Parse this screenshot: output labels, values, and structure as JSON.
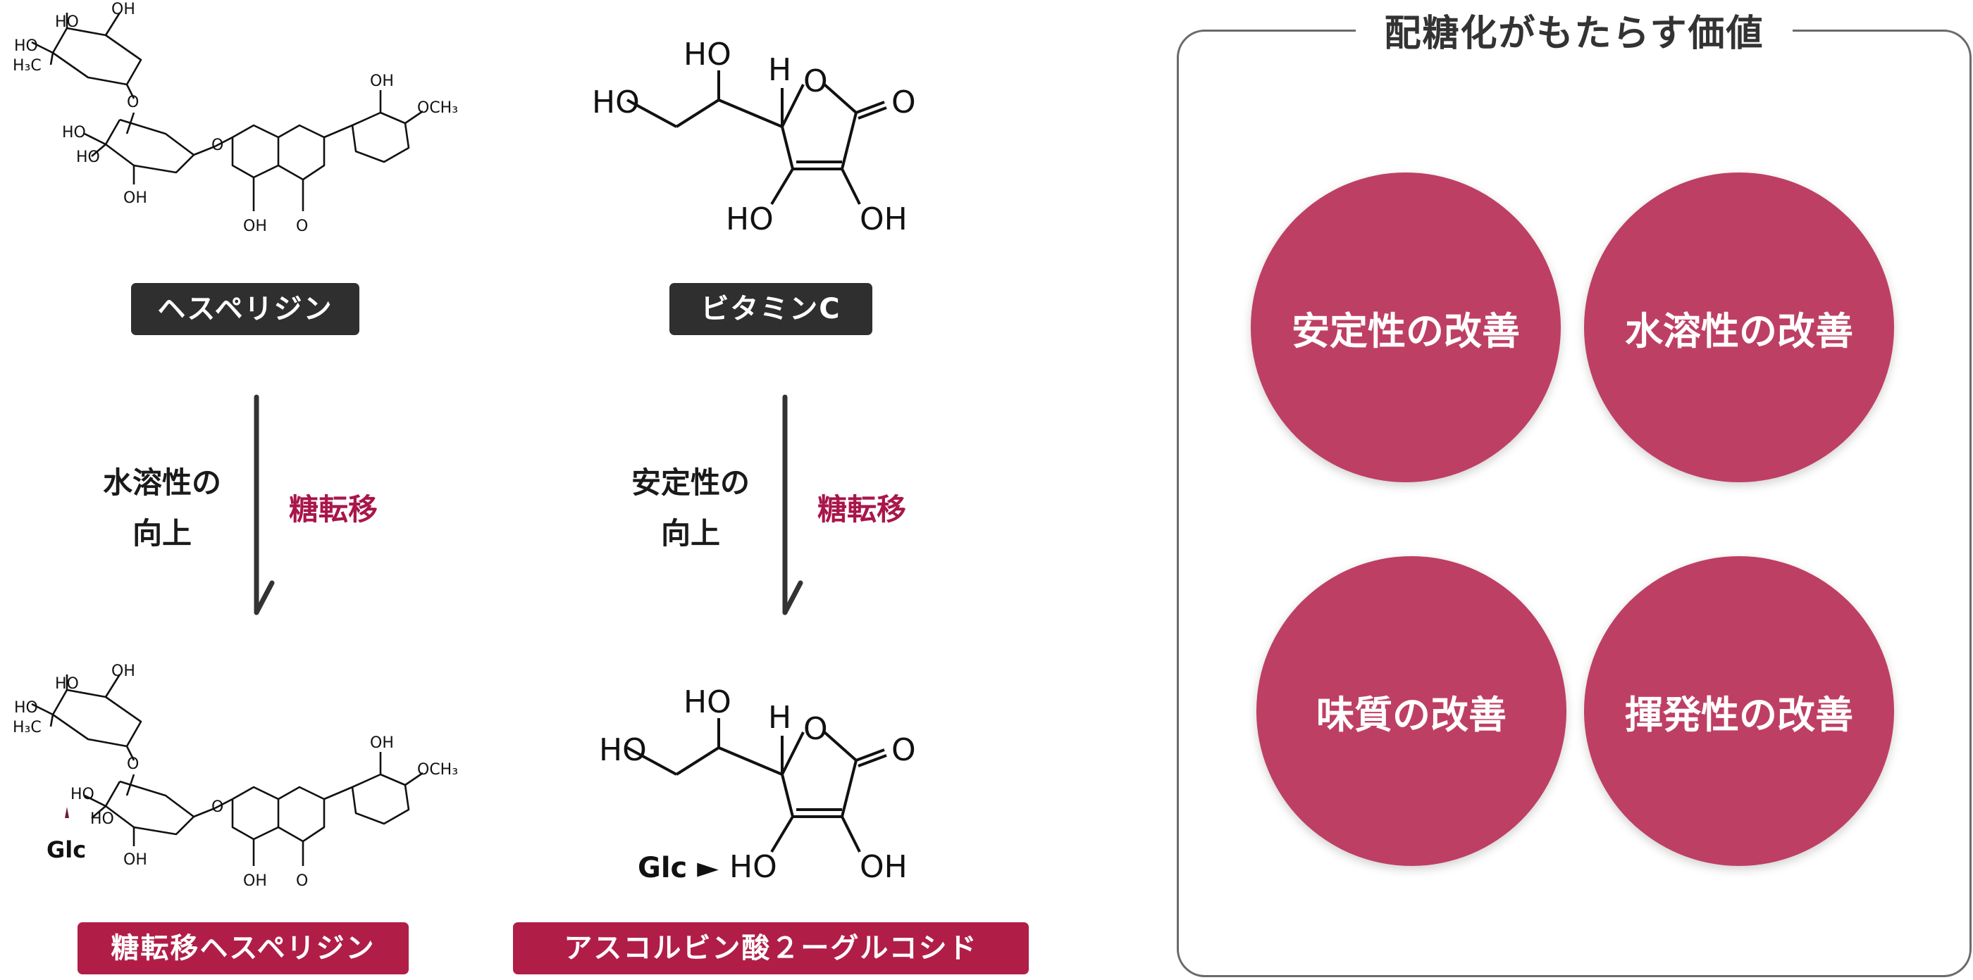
{
  "colors": {
    "label_dark": "#2f2f2f",
    "label_red": "#b01e48",
    "accent_text": "#a8164a",
    "circle": "#be3f64"
  },
  "hesperidin": {
    "name": "ヘスペリジン",
    "atoms": {
      "oh": "OH",
      "ho": "HO",
      "h3c": "H₃C",
      "och3": "OCH₃",
      "o": "O"
    }
  },
  "vitamin_c": {
    "name": "ビタミンC",
    "atoms": {
      "oh": "OH",
      "ho": "HO",
      "h": "H",
      "o": "O"
    }
  },
  "left_arrow": {
    "effect_line1": "水溶性の",
    "effect_line2": "向上",
    "process": "糖転移"
  },
  "right_arrow": {
    "effect_line1": "安定性の",
    "effect_line2": "向上",
    "process": "糖転移"
  },
  "glycosyl_hesperidin": {
    "name": "糖転移ヘスペリジン",
    "glc_tag": "Glc"
  },
  "ascorbic_glucoside": {
    "name": "アスコルビン酸２ーグルコシド",
    "glc_tag": "Glc ►"
  },
  "value_panel": {
    "title": "配糖化がもたらす価値",
    "benefits": [
      "安定性の改善",
      "水溶性の改善",
      "味質の改善",
      "揮発性の改善"
    ]
  }
}
